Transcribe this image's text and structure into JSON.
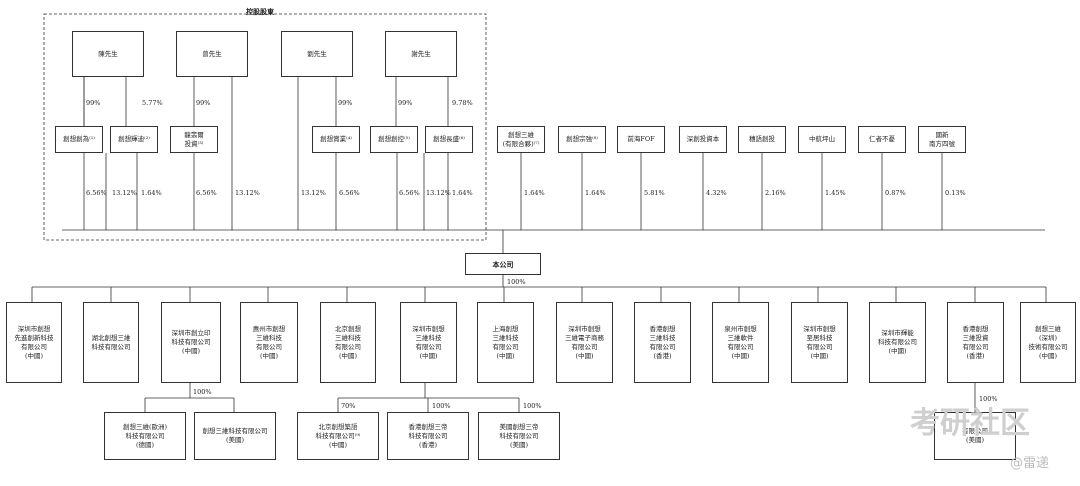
{
  "group_title": "控股股東",
  "founders": [
    {
      "name": "陳先生"
    },
    {
      "name": "曾先生"
    },
    {
      "name": "劉先生"
    },
    {
      "name": "謝先生"
    }
  ],
  "platforms": [
    {
      "name": "創想創為⁽¹⁾"
    },
    {
      "name": "創想輝迪⁽²⁾"
    },
    {
      "name": "龍翡爾\n投資⁽³⁾"
    },
    {
      "name": "創想賞業⁽⁴⁾"
    },
    {
      "name": "創想創控⁽⁵⁾"
    },
    {
      "name": "創想長盛⁽⁶⁾"
    }
  ],
  "other_holders": [
    {
      "name": "創想三維\n(有限合夥)⁽⁷⁾",
      "pct": "1.64%"
    },
    {
      "name": "創想宗強⁽⁸⁾",
      "pct": "1.64%"
    },
    {
      "name": "前海FOF",
      "pct": "5.81%"
    },
    {
      "name": "深創投資本",
      "pct": "4.32%"
    },
    {
      "name": "穗語創投",
      "pct": "2.16%"
    },
    {
      "name": "中航坪山",
      "pct": "1.45%"
    },
    {
      "name": "仁者不憂",
      "pct": "0.87%"
    },
    {
      "name": "國新\n南方四號",
      "pct": "0.13%"
    }
  ],
  "founder_links": [
    "99%",
    "5.77%",
    "99%",
    "99%",
    "99%",
    "9.78%"
  ],
  "group_pcts": [
    "6.56%",
    "13.12%",
    "1.64%",
    "6.56%",
    "13.12%",
    "13.12%",
    "6.56%",
    "6.56%",
    "13.12%",
    "1.64%"
  ],
  "company": "本公司",
  "company_pct": "100%",
  "subsidiaries": [
    {
      "name": "深圳市創想\n先進創新科技\n有限公司\n(中國)"
    },
    {
      "name": "湖北創想三維\n科技有限公司"
    },
    {
      "name": "深圳市創立印\n科技有限公司\n(中國)"
    },
    {
      "name": "惠州市創想\n三維科技\n有限公司\n(中國)"
    },
    {
      "name": "北京創想\n三維科技\n有限公司\n(中國)"
    },
    {
      "name": "深圳市創想\n三維科技\n有限公司\n(中國)"
    },
    {
      "name": "上海創想\n三維科技\n有限公司\n(中國)"
    },
    {
      "name": "深圳市創想\n三維電子商務\n有限公司\n(中國)"
    },
    {
      "name": "香港創想\n三維科技\n有限公司\n(香港)"
    },
    {
      "name": "泉州市創想\n三維軟件\n有限公司\n(中國)"
    },
    {
      "name": "深圳市創想\n至居科技\n有限公司\n(中國)"
    },
    {
      "name": "深圳市輝能\n科技有限公司\n(中國)"
    },
    {
      "name": "香港創想\n三維投資\n有限公司\n(香港)"
    },
    {
      "name": "創想三維\n(深圳)\n技術有限公司\n(中國)"
    }
  ],
  "sub_pct_a": "100%",
  "grand_a": [
    {
      "name": "創想三維(歐洲)\n科技有限公司\n(德國)"
    },
    {
      "name": "創想三維科技有限公司\n(美國)"
    }
  ],
  "sub_pcts_b": [
    "70%",
    "100%",
    "100%"
  ],
  "grand_b": [
    {
      "name": "北京創想築語\n科技有限公司⁽⁹⁾\n(中國)"
    },
    {
      "name": "香港創想三帝\n科技有限公司\n(香港)"
    },
    {
      "name": "美國創想三帝\n科技有限公司\n(美國)"
    }
  ],
  "sub_pct_c": "100%",
  "grand_c": [
    {
      "name": "有限公司\n(美國)"
    }
  ],
  "watermark": {
    "text": "考研社区",
    "sub": "@雷递"
  }
}
